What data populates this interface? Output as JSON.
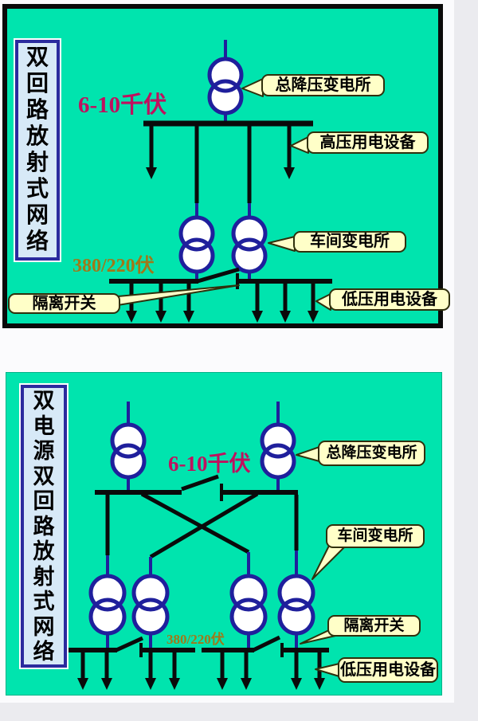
{
  "colors": {
    "panel_background": "#00E4AE",
    "diagram_line_black": "#0A0A0A",
    "transformer_ring_navy": "#1F1F9C",
    "callout_background": "#FFFFC8",
    "title_box_background": "#D7E9F7",
    "title_box_border": "#2B2B9E",
    "hv_voltage_label_color": "#C0105E",
    "lv_voltage_label_color": "#A07818"
  },
  "panel1": {
    "title": "双回路放射式网络",
    "hv_voltage_label": "6-10千伏",
    "lv_voltage_label": "380/220伏",
    "callouts": {
      "main_substation": "总降压变电所",
      "hv_equipment": "高压用电设备",
      "workshop_substation": "车间变电所",
      "isolator_switch": "隔离开关",
      "lv_equipment": "低压用电设备"
    }
  },
  "panel2": {
    "title": "双电源双回路放射式网络",
    "hv_voltage_label": "6-10千伏",
    "lv_voltage_label": "380/220伏",
    "callouts": {
      "main_substation": "总降压变电所",
      "workshop_substation": "车间变电所",
      "isolator_switch": "隔离开关",
      "lv_equipment": "低压用电设备"
    }
  }
}
